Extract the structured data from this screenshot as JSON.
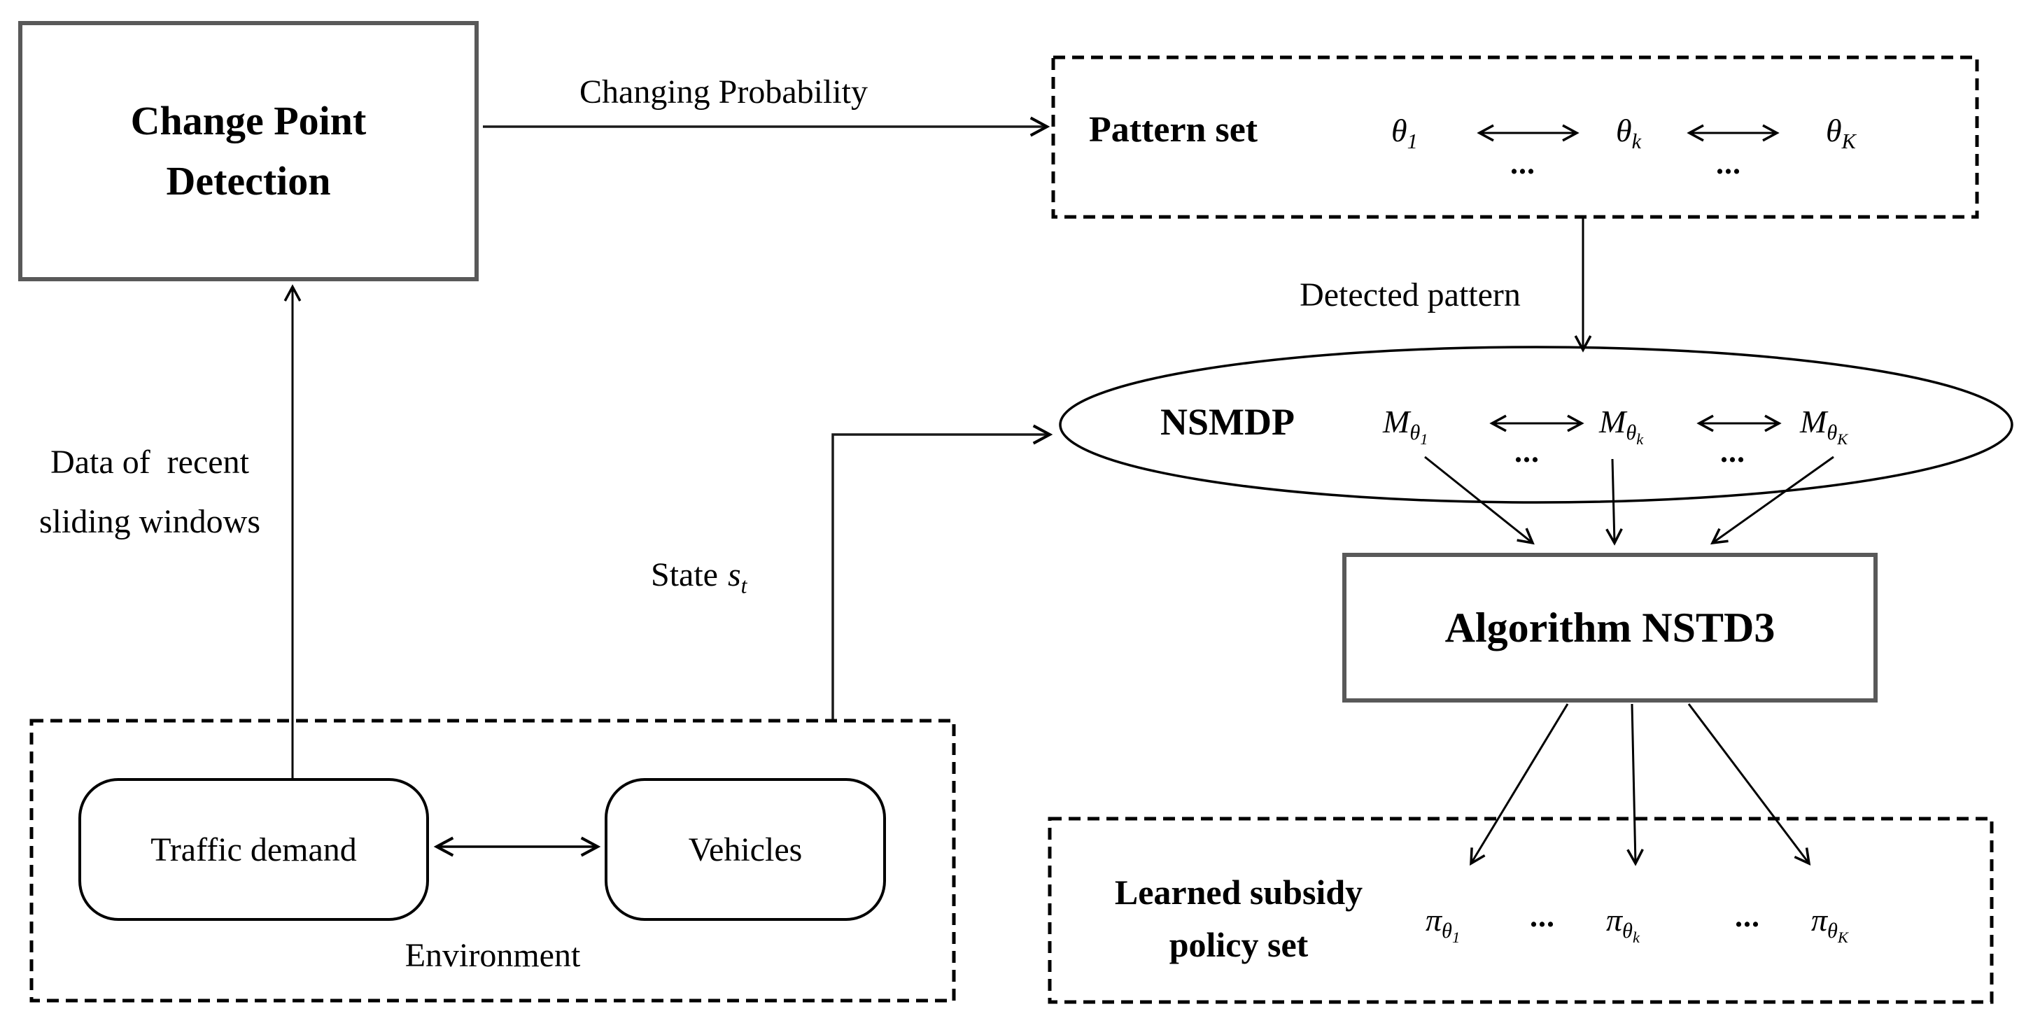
{
  "colors": {
    "background": "#ffffff",
    "solid_box_border": "#595959",
    "line": "#000000",
    "text": "#000000"
  },
  "nodes": {
    "change_point_detection": {
      "title": "Change Point Detection"
    },
    "pattern_set": {
      "title": "Pattern set",
      "symbols": [
        {
          "base": "θ",
          "sub": "1"
        },
        {
          "base": "θ",
          "sub": "k"
        },
        {
          "base": "θ",
          "sub": "K"
        }
      ],
      "dots": "..."
    },
    "nsmdp": {
      "title": "NSMDP",
      "symbols": [
        {
          "base": "M",
          "sub": "θ",
          "subsub": "1"
        },
        {
          "base": "M",
          "sub": "θ",
          "subsub": "k"
        },
        {
          "base": "M",
          "sub": "θ",
          "subsub": "K"
        }
      ],
      "dots": "..."
    },
    "algorithm_nstd3": {
      "title": "Algorithm NSTD3"
    },
    "policy_set": {
      "title": "Learned subsidy policy set",
      "symbols": [
        {
          "base": "π",
          "sub": "θ",
          "subsub": "1"
        },
        {
          "base": "π",
          "sub": "θ",
          "subsub": "k"
        },
        {
          "base": "π",
          "sub": "θ",
          "subsub": "K"
        }
      ],
      "dots": "..."
    },
    "environment": {
      "title": "Environment",
      "traffic_demand": {
        "title": "Traffic demand"
      },
      "vehicles": {
        "title": "Vehicles"
      }
    }
  },
  "edges": {
    "changing_probability": {
      "label": "Changing Probability"
    },
    "detected_pattern": {
      "label": "Detected pattern"
    },
    "data_of_recent_sliding_windows": {
      "label_line1": "Data of  recent",
      "label_line2": "sliding windows"
    },
    "state": {
      "label_prefix": "State",
      "symbol": {
        "base": "s",
        "sub": "t"
      }
    }
  }
}
